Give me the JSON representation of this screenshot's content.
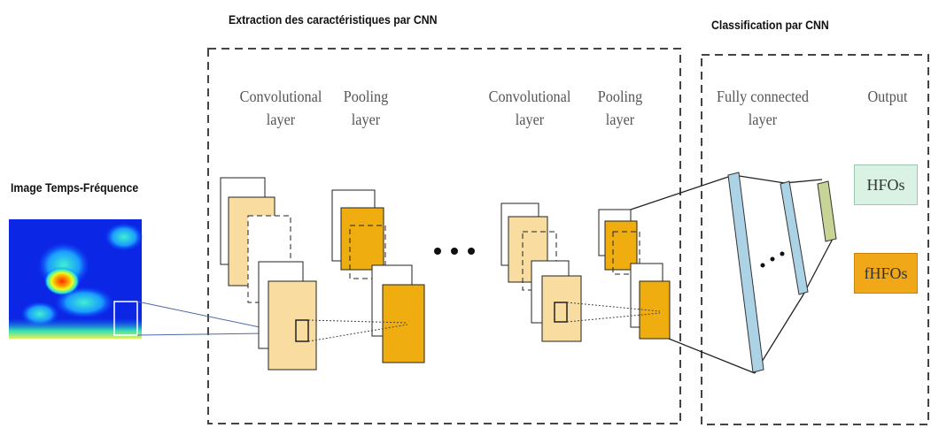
{
  "sections": {
    "feature_extraction": "Extraction des caractéristiques par CNN",
    "classification": "Classification par CNN"
  },
  "input": {
    "label": "Image Temps-Fréquence"
  },
  "layers": {
    "conv1": [
      "Convolutional",
      "layer"
    ],
    "pool1": [
      "Pooling",
      "layer"
    ],
    "conv2": [
      "Convolutional",
      "layer"
    ],
    "pool2": [
      "Pooling",
      "layer"
    ],
    "fc": [
      "Fully connected",
      "layer"
    ],
    "output": [
      "Output"
    ]
  },
  "outputs": {
    "class1": "HFOs",
    "class2": "fHFOs"
  },
  "colors": {
    "conv_fill": "#f8dca0",
    "pool_fill": "#f0ad10",
    "fc_fill": "#acd2e6",
    "out_small_fill": "#c6d496",
    "hfo_box": "#d9f2e3",
    "fhfo_box": "#f0a818",
    "dashed_frame": "#444444"
  }
}
